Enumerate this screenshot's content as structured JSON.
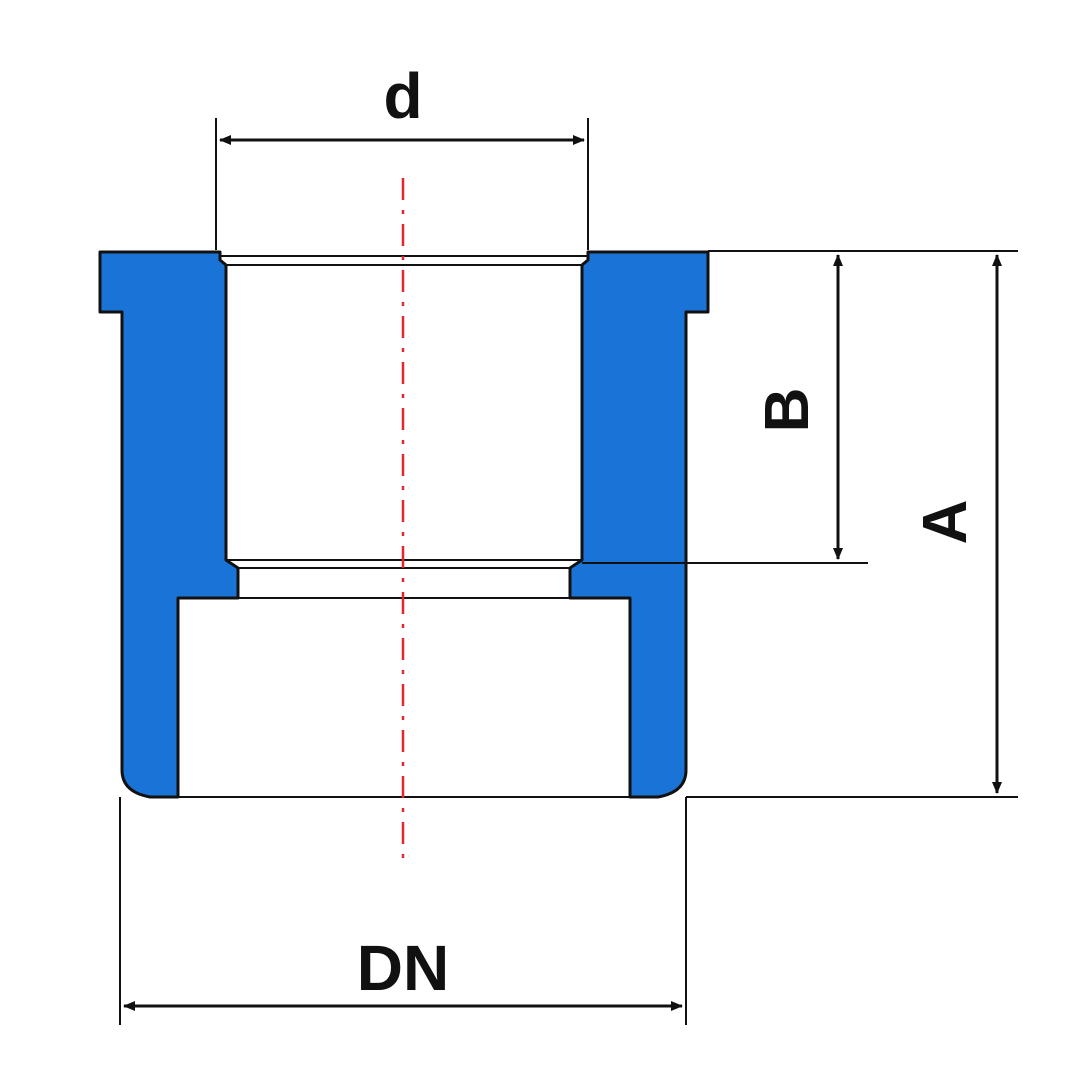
{
  "labels": {
    "d": "d",
    "B": "B",
    "A": "A",
    "DN": "DN"
  },
  "colors": {
    "part_fill": "#1a73d6",
    "outline": "#111111",
    "centerline": "#e0262f",
    "background": "#ffffff"
  }
}
